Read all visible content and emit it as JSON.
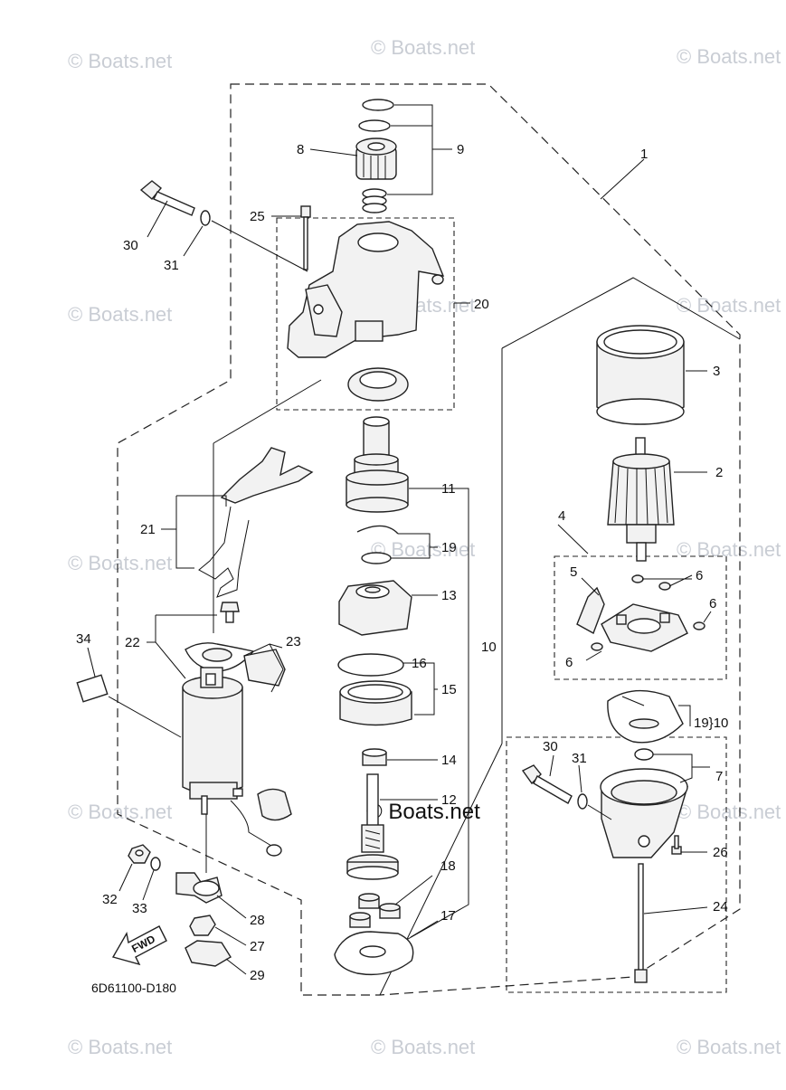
{
  "watermark": "© Boats.net",
  "diagram_code": "6D61100-D180",
  "fwd_label": "FWD",
  "callouts": {
    "c1": "1",
    "c2": "2",
    "c3": "3",
    "c4": "4",
    "c5": "5",
    "c6": "6",
    "c7": "7",
    "c8": "8",
    "c9": "9",
    "c10": "10",
    "c11": "11",
    "c12": "12",
    "c13": "13",
    "c14": "14",
    "c15": "15",
    "c16": "16",
    "c17": "17",
    "c18": "18",
    "c19": "19",
    "c20": "20",
    "c21": "21",
    "c22": "22",
    "c23": "23",
    "c24": "24",
    "c25": "25",
    "c26": "26",
    "c27": "27",
    "c28": "28",
    "c29": "29",
    "c30": "30",
    "c31": "31",
    "c32": "32",
    "c33": "33",
    "c34": "34",
    "c1910": "19}10"
  }
}
